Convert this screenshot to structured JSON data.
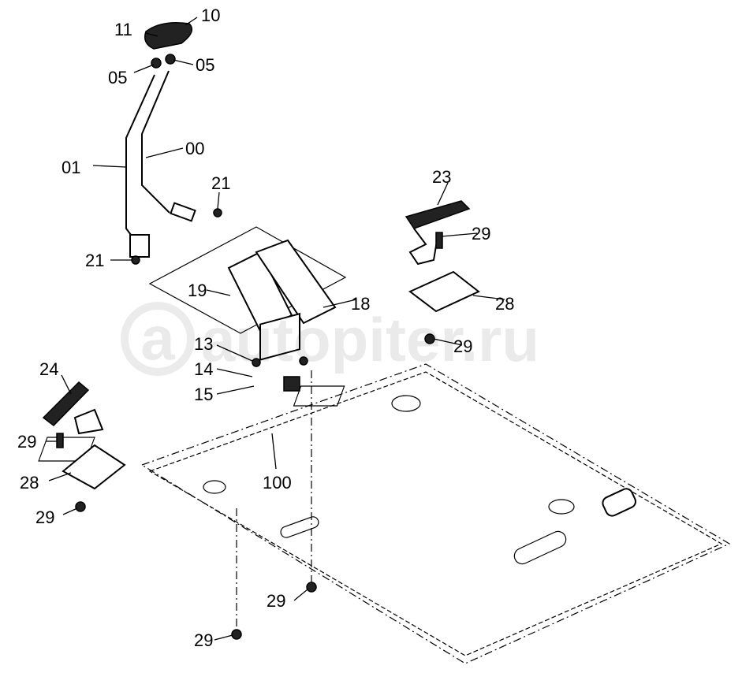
{
  "diagram": {
    "callouts": {
      "p11": "11",
      "p10": "10",
      "p05a": "05",
      "p05b": "05",
      "p01": "01",
      "p00": "00",
      "p21a": "21",
      "p21b": "21",
      "p23": "23",
      "p29a": "29",
      "p19": "19",
      "p18": "18",
      "p28a": "28",
      "p29b": "29",
      "p13": "13",
      "p14": "14",
      "p15": "15",
      "p24": "24",
      "p29c": "29",
      "p28b": "28",
      "p29d": "29",
      "p100": "100",
      "p29e": "29",
      "p29f": "29"
    },
    "watermark": "autopiter.ru",
    "watermark_logo": "a"
  }
}
